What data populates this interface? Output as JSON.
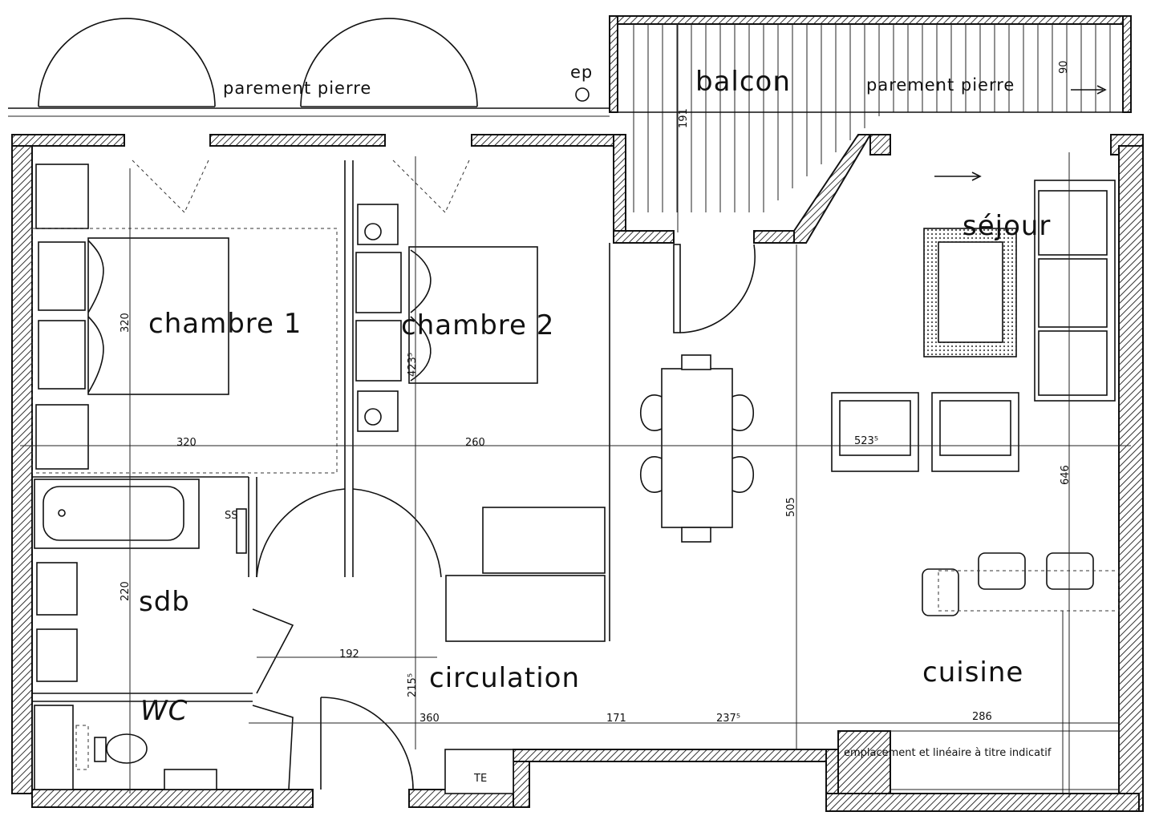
{
  "labels": {
    "parement_left": "parement pierre",
    "parement_right": "parement pierre",
    "ep": "ep",
    "balcon": "balcon",
    "sejour": "séjour",
    "chambre1": "chambre 1",
    "chambre2": "chambre 2",
    "sdb": "sdb",
    "wc": "WC",
    "circulation": "circulation",
    "cuisine": "cuisine",
    "te": "TE",
    "ss": "SS",
    "note": "emplacement et linéaire à titre indicatif"
  },
  "dimensions": {
    "d320_v": "320",
    "d320_h": "320",
    "d260": "260",
    "d220": "220",
    "d192": "192",
    "d215": "215⁵",
    "d360": "360",
    "d171": "171",
    "d237": "237⁵",
    "d286": "286",
    "d505": "505",
    "d523": "523⁵",
    "d646": "646",
    "d191": "191",
    "d90": "90",
    "d423": "423⁵"
  }
}
